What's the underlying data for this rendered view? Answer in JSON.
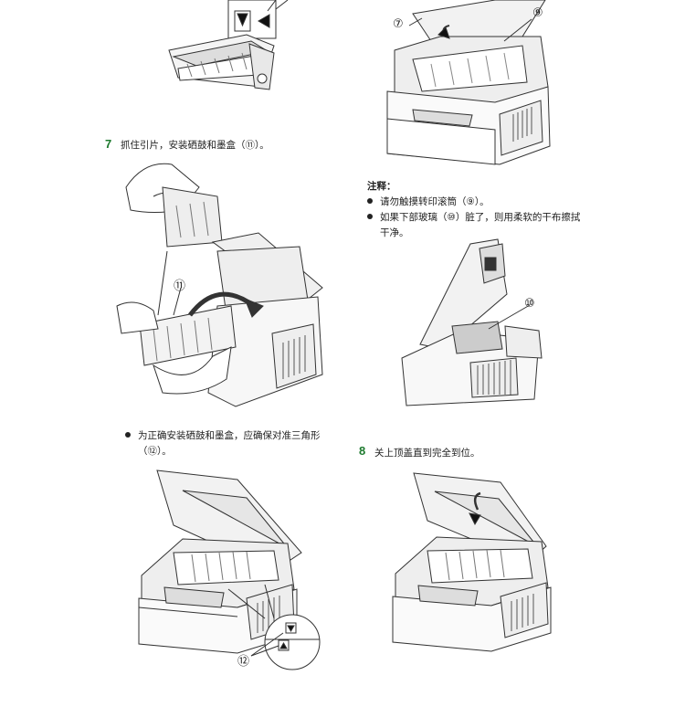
{
  "step7": {
    "num": "7",
    "text": "抓住引片，安装硒鼓和墨盒（⑪）。",
    "bullet": "为正确安装硒鼓和墨盒，应确保对准三角形",
    "bullet_cont": "（⑫）。"
  },
  "note": {
    "title": "注释：",
    "items": [
      "请勿触摸转印滚筒（⑨）。",
      "如果下部玻璃（⑩）脏了，则用柔软的干布擦拭"
    ],
    "item2_cont": "干净。"
  },
  "step8": {
    "num": "8",
    "text": "关上顶盖直到完全到位。"
  },
  "callouts": {
    "c7": "⑦",
    "c9": "⑨",
    "c10": "⑩",
    "c11": "⑪",
    "c12": "⑫"
  },
  "colors": {
    "step_number": "#1d7a2e",
    "line_art": "#333333"
  }
}
